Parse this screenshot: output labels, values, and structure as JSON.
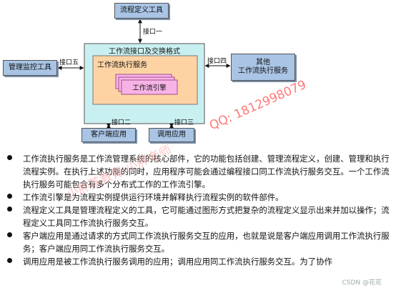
{
  "diagram": {
    "top_tool": "流程定义工具",
    "interface_1": "接口一",
    "interface_5": "接口五",
    "interface_4": "接口四",
    "interface_2": "接口二",
    "interface_3": "接口三",
    "admin_tool": "管理监控工具",
    "outer_system": "工作流接口及交换格式",
    "exec_service": "工作流执行服务",
    "engine": "工作流引擎",
    "other_service": "其他\n工作流执行服务",
    "client_app": "客户端应用",
    "invoked_app": "调用应用"
  },
  "bullets": [
    "工作流执行服务是工作流管理系统的核心部件，它的功能包括创建、管理流程定义，创建、管理和执行流程实例。在执行上述功能的同时，应用程序可能会通过编程接口同工作流执行服务交互。一个工作流执行服务可能包含有多个分布式工作的工作流引擎。",
    "工作流引擎是为流程实例提供运行环境并解释执行流程实例的软件部件。",
    "流程定义工具是管理流程定义的工具，它可能通过图形方式把复杂的流程定义显示出来并加以操作；流程定义工具同工作流执行服务交互。",
    "客户端应用是通过请求的方式同工作流执行服务交互的应用，也就是说是客户端应用调用工作流执行服务；客户端应用同工作流执行服务交互。",
    "调用应用是被工作流执行服务调用的应用；调用应用同工作流执行服务交互。为了协作"
  ],
  "watermarks": {
    "teacher": "小胖孩教育·小胖老师",
    "qq": "QQ: 1812998079",
    "csdn": "CSDN @花花"
  }
}
